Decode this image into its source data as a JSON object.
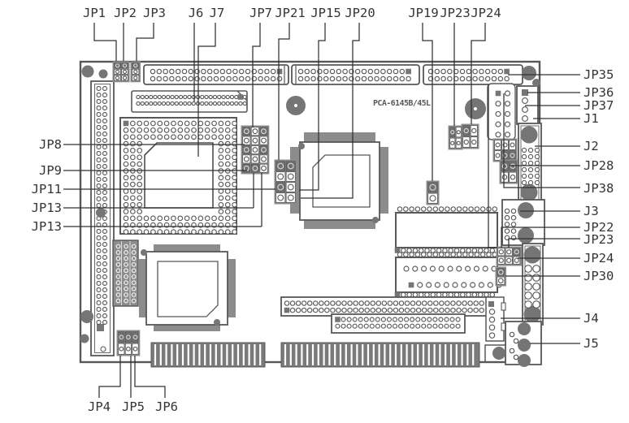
{
  "diagram": {
    "board_text": "PCA-6145B/45L",
    "labels": {
      "top": [
        "JP1",
        "JP2",
        "JP3",
        "J6",
        "J7",
        "JP7",
        "JP21",
        "JP15",
        "JP20",
        "JP19",
        "JP23",
        "JP24"
      ],
      "right": [
        "JP35",
        "JP36",
        "JP37",
        "J1",
        "J2",
        "JP28",
        "JP38",
        "J3",
        "JP22",
        "JP23",
        "JP24",
        "JP30",
        "J4",
        "J5"
      ],
      "left": [
        "JP8",
        "JP9",
        "JP11",
        "JP13",
        "JP13"
      ],
      "bottom": [
        "JP4",
        "JP5",
        "JP6"
      ]
    },
    "colors": {
      "leader_line": "#303030",
      "component_outline": "#585858",
      "dark_fill": "#757575",
      "pin_band": "#8c8c8c",
      "label_text": "#343434",
      "background": "#ffffff"
    }
  }
}
